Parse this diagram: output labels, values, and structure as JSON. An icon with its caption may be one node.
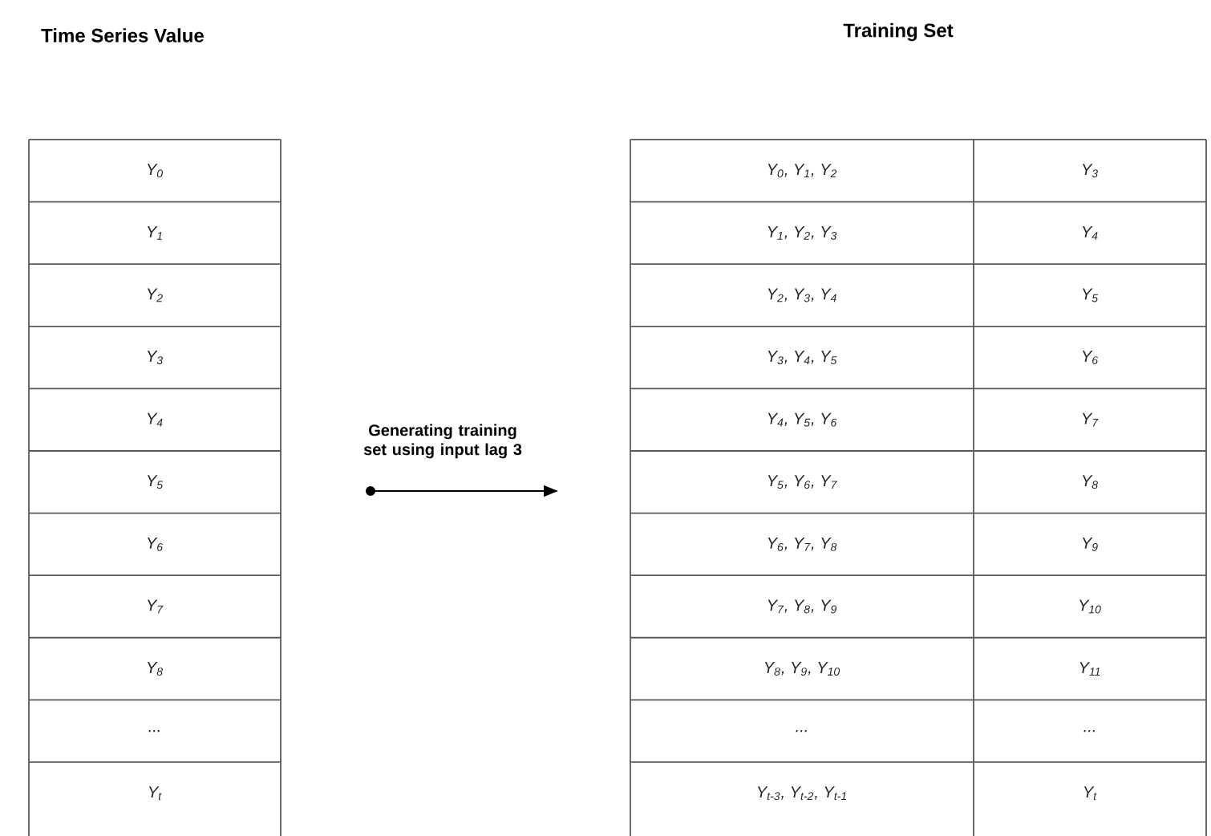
{
  "diagram": {
    "labels": [
      "Time Series Value",
      "Training Set",
      "Y$_{0}$",
      "Y$_{0}$, Y$_{1}$, Y$_{2}$",
      "Y$_{3}$",
      "Y$_{1}$",
      "Y$_{1}$, Y$_{2}$, Y$_{3}$",
      "Y$_{4}$",
      "Y$_{2}$",
      "Y$_{2}$, Y$_{3}$, Y$_{4}$",
      "Y$_{5}$",
      "Y$_{3}$",
      "Y$_{3}$, Y$_{4}$, Y$_{5}$",
      "Y$_{6}$",
      "Y$_{4}$",
      "Y$_{4}$, Y$_{5}$, Y$_{6}$",
      "Y$_{7}$",
      "Generating training set using input lag 3",
      "Y$_{5}$",
      "Y$_{5}$, Y$_{6}$, Y$_{7}$",
      "Y$_{8}$",
      "Y$_{6}$",
      "Y$_{6}$, Y$_{7}$, Y$_{8}$",
      "Y$_{9}$",
      "Y$_{7}$",
      "Y$_{7}$, Y$_{8}$, Y$_{9}$",
      "Y$_{10}$",
      "Y$_{8}$",
      "Y$_{8}$, Y$_{9}$, Y$_{10}$",
      "Y$_{11}$",
      "...",
      "...",
      "...",
      "Y$_{t}$",
      "Y$_{t-3}$, Y$_{t-2}$, Y$_{t-1}$",
      "Y$_{t}$"
    ]
  }
}
